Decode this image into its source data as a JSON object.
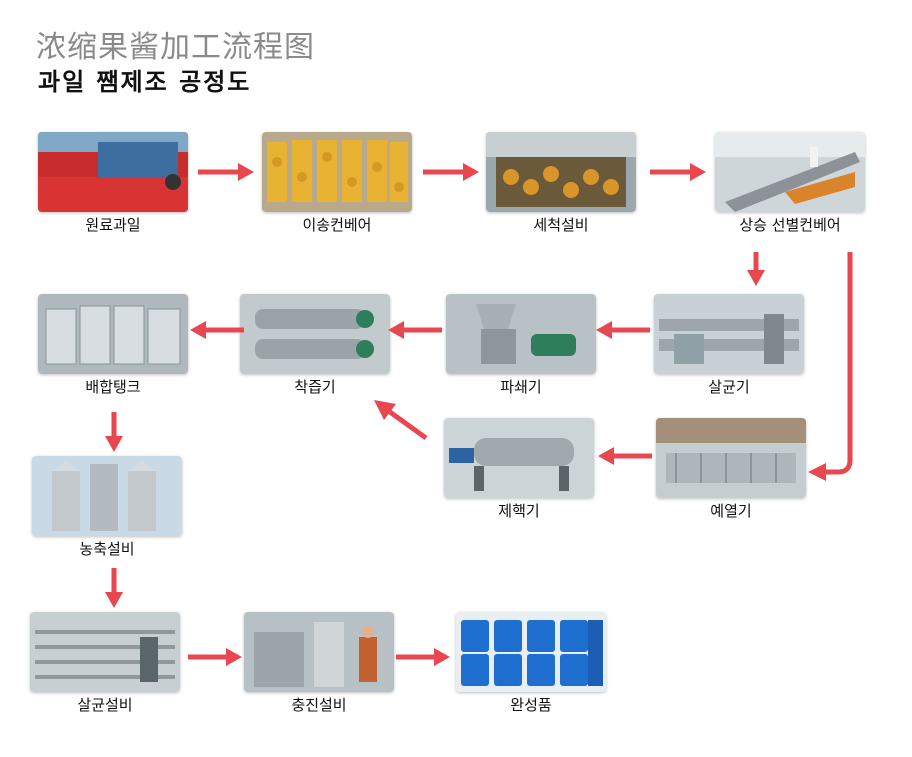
{
  "title_cn": "浓缩果酱加工流程图",
  "title_kr": "과일 쨈제조 공정도",
  "accent_color": "#e8474f",
  "steps": [
    {
      "label": "원료과일",
      "photo": "raw-fruit-truck"
    },
    {
      "label": "이송컨베어",
      "photo": "conveyor-yellow-fruit"
    },
    {
      "label": "세척설비",
      "photo": "washing-machine-fruit"
    },
    {
      "label": "상승 선별컨베어",
      "photo": "sorting-conveyor"
    },
    {
      "label": "살균기",
      "photo": "sterilizer"
    },
    {
      "label": "파쇄기",
      "photo": "crusher"
    },
    {
      "label": "착즙기",
      "photo": "juicer"
    },
    {
      "label": "배합탱크",
      "photo": "mixing-tanks"
    },
    {
      "label": "예열기",
      "photo": "preheater"
    },
    {
      "label": "제핵기",
      "photo": "pitting-machine"
    },
    {
      "label": "농축설비",
      "photo": "concentrator"
    },
    {
      "label": "살균설비",
      "photo": "sterilizing-equipment"
    },
    {
      "label": "충진설비",
      "photo": "filling-equipment"
    },
    {
      "label": "완성품",
      "photo": "blue-drums"
    }
  ]
}
